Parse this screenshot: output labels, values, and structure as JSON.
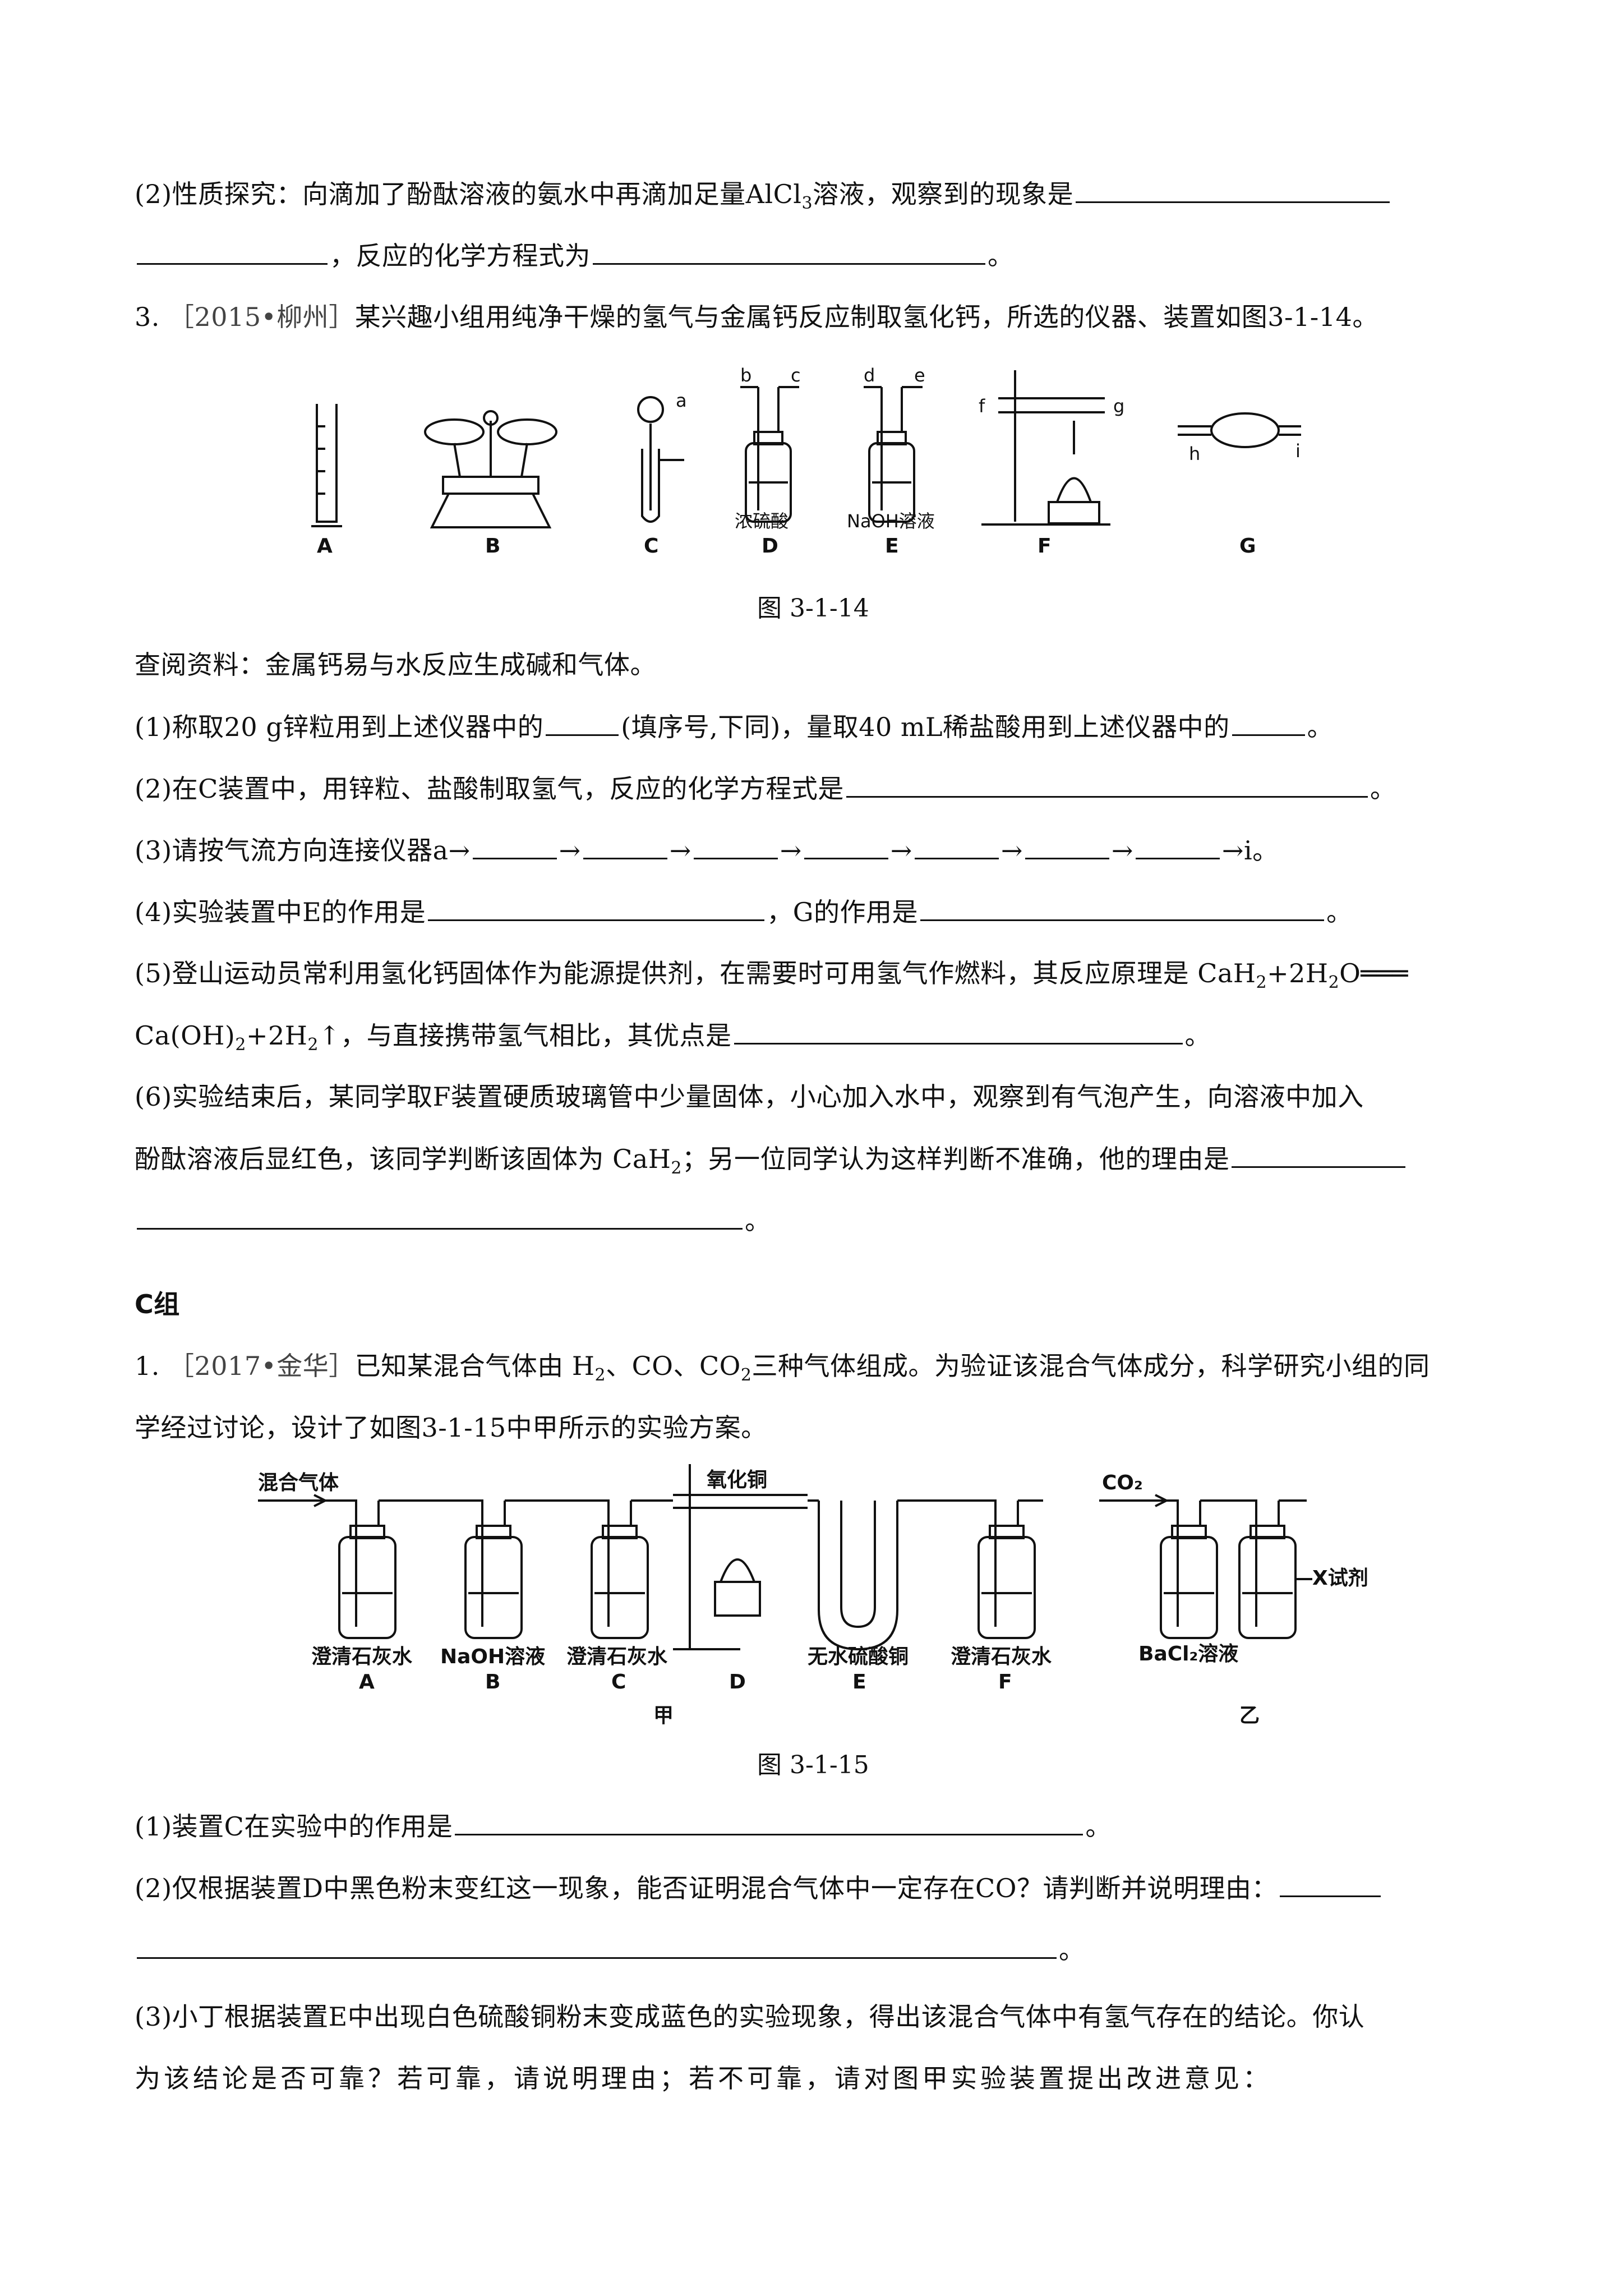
{
  "q2_2": {
    "line1": "(2)性质探究：向滴加了酚酞溶液的氨水中再滴加足量AlCl",
    "line1_sub": "3",
    "line1_tail": "溶液，观察到的现象是",
    "line2_mid": "，反应的化学方程式为",
    "line2_end": "。"
  },
  "q3": {
    "num": "3.",
    "source": "［2015•柳州］",
    "intro": "某兴趣小组用纯净干燥的氢气与金属钙反应制取氢化钙，所选的仪器、装置如图3-1-14。",
    "fig_caption": "图 3-1-14",
    "apparatus": {
      "labels": [
        "A",
        "B",
        "C",
        "D",
        "E",
        "F",
        "G"
      ],
      "port_labels": [
        "a",
        "b",
        "c",
        "d",
        "e",
        "f",
        "g",
        "h",
        "i"
      ],
      "liquid_d": "浓硫酸",
      "liquid_e": "NaOH溶液"
    },
    "ref": "查阅资料：金属钙易与水反应生成碱和气体。",
    "s1_a": "(1)称取20 g锌粒用到上述仪器中的",
    "s1_b": "(填序号,下同)，量取40 mL稀盐酸用到上述仪器中的",
    "s1_c": "。",
    "s2_a": "(2)在C装置中，用锌粒、盐酸制取氢气，反应的化学方程式是",
    "s2_b": "。",
    "s3_a": "(3)请按气流方向连接仪器a→",
    "s3_arrow": "→",
    "s3_end": "→i。",
    "s4_a": "(4)实验装置中E的作用是",
    "s4_b": "，G的作用是",
    "s4_c": "。",
    "s5_a": "(5)登山运动员常利用氢化钙固体作为能源提供剂，在需要时可用氢气作燃料，其反应原理是 CaH",
    "s5_sub1": "2",
    "s5_b": "+2H",
    "s5_sub2": "2",
    "s5_c": "O═══",
    "s5_l2_a": "Ca(OH)",
    "s5_l2_sub1": "2",
    "s5_l2_b": "+2H",
    "s5_l2_sub2": "2",
    "s5_l2_c": "↑，与直接携带氢气相比，其优点是",
    "s5_l2_d": "。",
    "s6_l1": "(6)实验结束后，某同学取F装置硬质玻璃管中少量固体，小心加入水中，观察到有气泡产生，向溶液中加入",
    "s6_l2_a": "酚酞溶液后显红色，该同学判断该固体为 CaH",
    "s6_l2_sub": "2",
    "s6_l2_b": "；另一位同学认为这样判断不准确，他的理由是",
    "s6_l3_end": "。"
  },
  "group_c": {
    "title": "C组"
  },
  "c1": {
    "num": "1.",
    "source": "［2017•金华］",
    "l1_a": "已知某混合气体由 H",
    "l1_sub1": "2",
    "l1_b": "、CO、CO",
    "l1_sub2": "2",
    "l1_c": "三种气体组成。为验证该混合气体成分，科学研究小组的同",
    "l2": "学经过讨论，设计了如图3-1-15中甲所示的实验方案。",
    "fig_caption": "图 3-1-15",
    "fig": {
      "gas_in": "混合气体",
      "cuo": "氧化铜",
      "co2": "CO₂",
      "x_reagent": "X试剂",
      "a_liq": "澄清石灰水",
      "b_liq": "NaOH溶液",
      "c_liq": "澄清石灰水",
      "e_liq": "无水硫酸铜",
      "f_liq": "澄清石灰水",
      "bacl2": "BaCl₂溶液",
      "labels": [
        "A",
        "B",
        "C",
        "D",
        "E",
        "F"
      ],
      "jia": "甲",
      "yi": "乙"
    },
    "s1_a": "(1)装置C在实验中的作用是",
    "s1_b": "。",
    "s2_a": "(2)仅根据装置D中黑色粉末变红这一现象，能否证明混合气体中一定存在CO？请判断并说明理由：",
    "s2_end": "。",
    "s3_l1": "(3)小丁根据装置E中出现白色硫酸铜粉末变成蓝色的实验现象，得出该混合气体中有氢气存在的结论。你认",
    "s3_l2": "为该结论是否可靠？若可靠，请说明理由；若不可靠，请对图甲实验装置提出改进意见："
  }
}
